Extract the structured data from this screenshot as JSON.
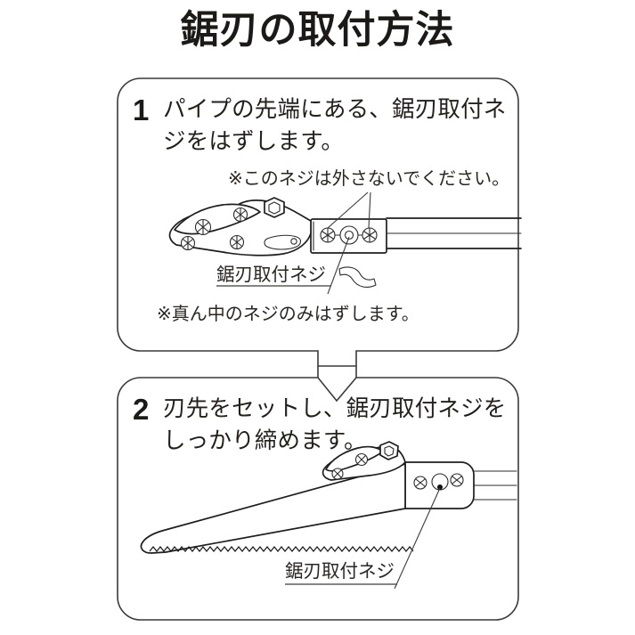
{
  "page": {
    "title": "鋸刃の取付方法",
    "background_color": "#ffffff",
    "ink_color": "#1c1a18"
  },
  "steps": [
    {
      "number": "1",
      "instruction": "パイプの先端にある、鋸刃取付ネジをはずします。",
      "note_top": "※このネジは外さないでください。",
      "callout": "鋸刃取付ネジ",
      "note_bottom": "※真ん中のネジのみはずします。",
      "illustration": "pruner-head-with-pipe"
    },
    {
      "number": "2",
      "instruction": "刃先をセットし、鋸刃取付ネジをしっかり締めます。",
      "callout": "鋸刃取付ネジ",
      "illustration": "saw-blade-attached-to-pruner-head"
    }
  ]
}
